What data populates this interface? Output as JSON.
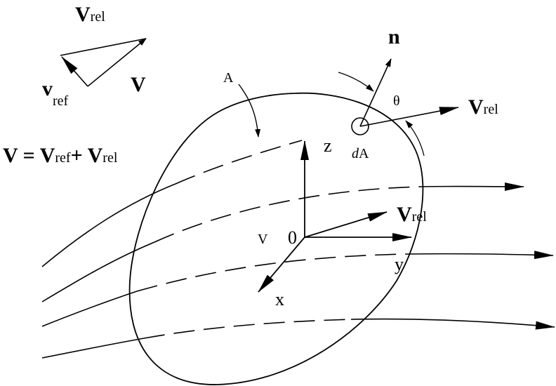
{
  "colors": {
    "ink": "#000000",
    "background": "#ffffff"
  },
  "vector_triangle": {
    "top_label_main": "V",
    "top_label_sub": "rel",
    "left_label_main": "v",
    "left_label_sub": "ref",
    "right_label": "V"
  },
  "equation": {
    "lhs": "V",
    "equals": " = ",
    "term1_main": "V",
    "term1_sub": "ref",
    "plus": "+ ",
    "term2_main": "V",
    "term2_sub": "rel"
  },
  "surface": {
    "area_label": "A",
    "normal_label": "n",
    "angle_label": "θ",
    "element_label_italic": "d",
    "element_label_rest": "A",
    "vrel_main": "V",
    "vrel_sub": "rel"
  },
  "axes": {
    "z_label": "z",
    "y_label": "y",
    "x_label": "x",
    "origin_label": "0",
    "v_label": "V",
    "vrel_main": "V",
    "vrel_sub": "rel"
  }
}
